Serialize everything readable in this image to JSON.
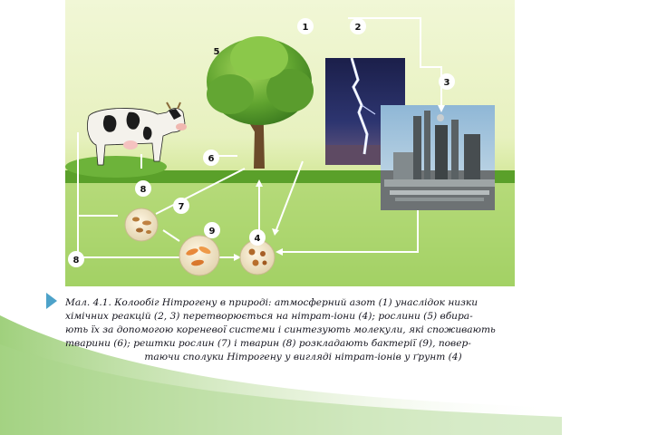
{
  "figure": {
    "labels": {
      "l1": "1",
      "l2": "2",
      "l3": "3",
      "l4": "4",
      "l5": "5",
      "l6": "6",
      "l7": "7",
      "l8a": "8",
      "l8b": "8",
      "l9": "9"
    }
  },
  "caption": {
    "line1": "Мал. 4.1. Колообіг Нітрогену в природі: атмосферний азот (1) унаслідок низки",
    "line2": "хімічних реакцій (2, 3) перетворюється на нітрат-іони (4); рослини (5) вбира-",
    "line3": "ють їх за допомогою кореневої системи і синтезують молекули, які споживають",
    "line4": "тварини (6); рештки рослин (7) і тварин (8) розкладають бактерії (9), повер-",
    "line5": "таючи сполуки Нітрогену у вигляді нітрат-іонів у ґрунт (4)"
  },
  "colors": {
    "accent_marker": "#4da2c9",
    "band_green": "#8fc866",
    "arrow_white": "#ffffff"
  }
}
